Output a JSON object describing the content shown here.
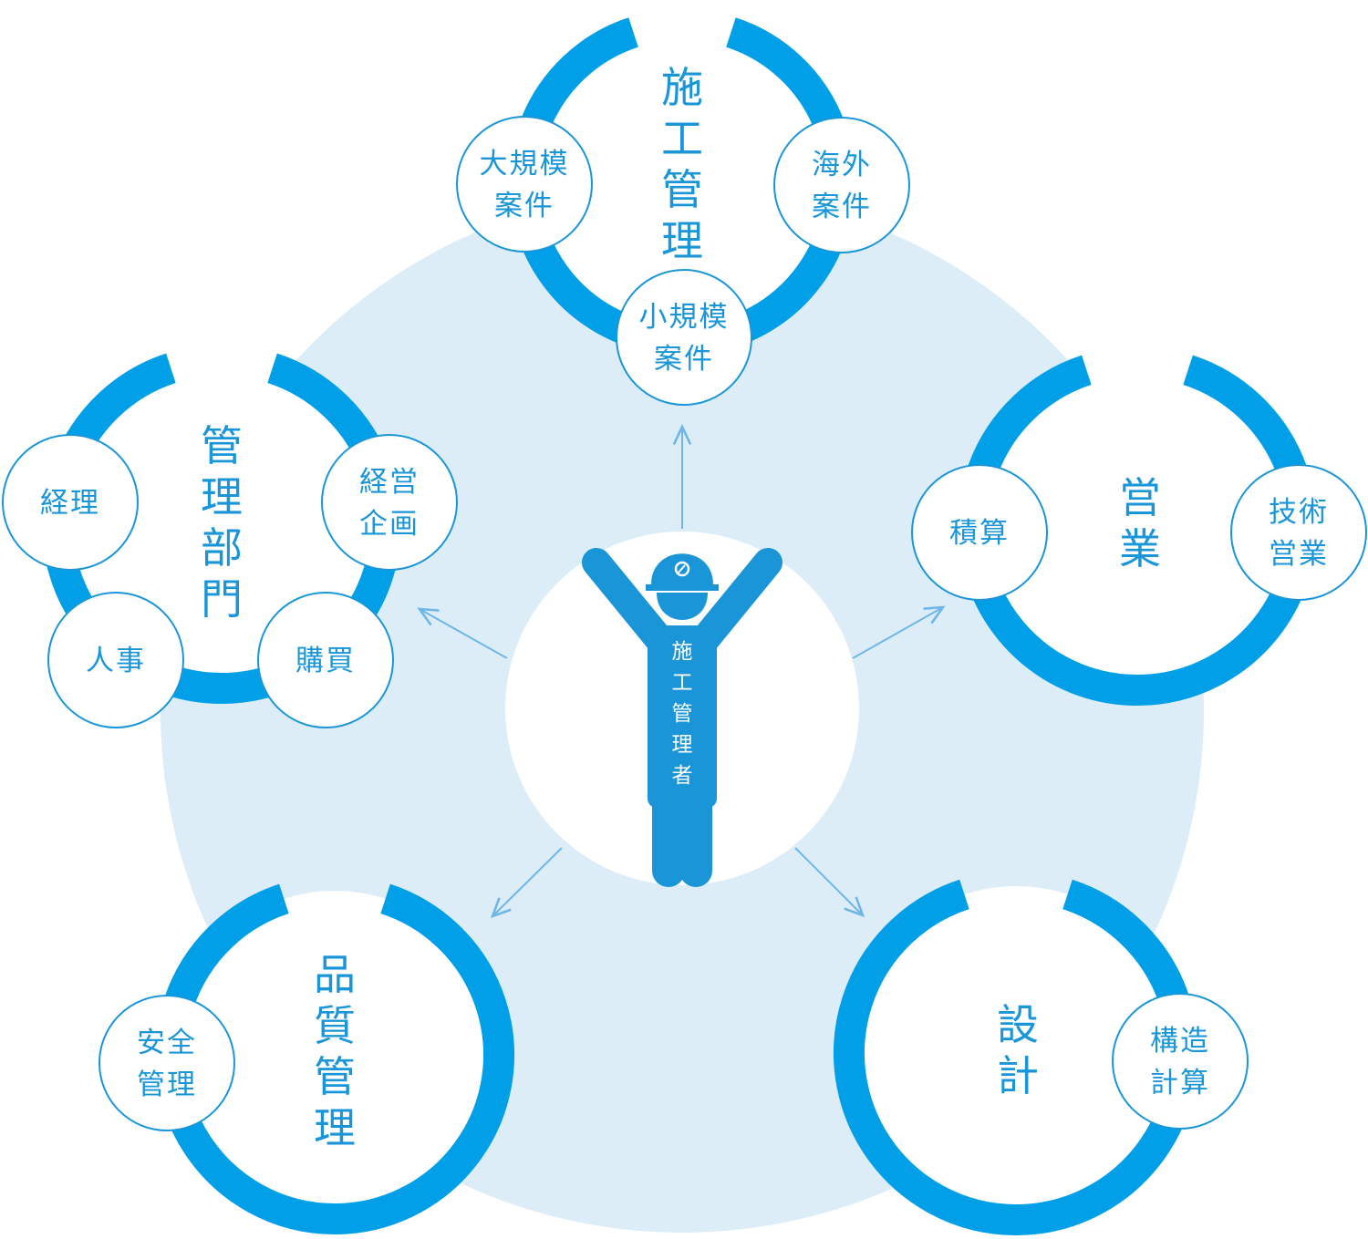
{
  "colors": {
    "accent": "#009fe8",
    "text": "#1a96d8",
    "background_disc": "#dcedf7",
    "sub_outline": "#1a96d8",
    "figure": "#1a96d8"
  },
  "center": {
    "figure_icon": "worker-helmet-icon",
    "label": "施工管理者"
  },
  "hubs": [
    {
      "id": "construction",
      "label": "施工管理",
      "subs": [
        {
          "id": "large",
          "lines": [
            "大規模",
            "案件"
          ]
        },
        {
          "id": "overseas",
          "lines": [
            "海外",
            "案件"
          ]
        },
        {
          "id": "small",
          "lines": [
            "小規模",
            "案件"
          ]
        }
      ]
    },
    {
      "id": "admin",
      "label": "管理部門",
      "subs": [
        {
          "id": "accounting",
          "lines": [
            "経理"
          ]
        },
        {
          "id": "planning",
          "lines": [
            "経営",
            "企画"
          ]
        },
        {
          "id": "hr",
          "lines": [
            "人事"
          ]
        },
        {
          "id": "purchasing",
          "lines": [
            "購買"
          ]
        }
      ]
    },
    {
      "id": "sales",
      "label": "営業",
      "subs": [
        {
          "id": "estimation",
          "lines": [
            "積算"
          ]
        },
        {
          "id": "tech-sales",
          "lines": [
            "技術",
            "営業"
          ]
        }
      ]
    },
    {
      "id": "quality",
      "label": "品質管理",
      "subs": [
        {
          "id": "safety",
          "lines": [
            "安全",
            "管理"
          ]
        }
      ]
    },
    {
      "id": "design",
      "label": "設計",
      "subs": [
        {
          "id": "structural",
          "lines": [
            "構造",
            "計算"
          ]
        }
      ]
    }
  ]
}
